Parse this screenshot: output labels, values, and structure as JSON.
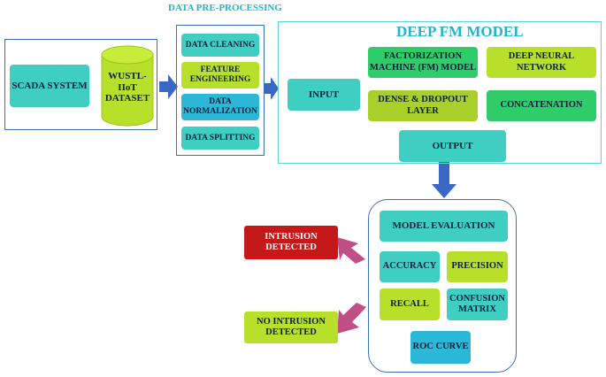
{
  "colors": {
    "teal": "#3fcfc2",
    "lime": "#b8e02a",
    "green": "#2fcc6a",
    "red": "#c51818",
    "blue_arrow": "#3b67c4",
    "pink_arrow": "#c04f85",
    "outline": "#3b6fb8",
    "title_teal": "#1fb7c7"
  },
  "left": {
    "scada": "SCADA SYSTEM",
    "dataset": "WUSTL-IIoT DATASET"
  },
  "preprocessing": {
    "title": "DATA PRE-PROCESSING",
    "steps": [
      "DATA CLEANING",
      "FEATURE ENGINEERING",
      "DATA NORMALIZATION",
      "DATA SPLITTING"
    ]
  },
  "model": {
    "title": "DEEP FM MODEL",
    "input": "INPUT",
    "fm": "FACTORIZATION MACHINE (FM) MODEL",
    "dnn": "DEEP NEURAL NETWORK",
    "dense": "DENSE & DROPOUT LAYER",
    "concat": "CONCATENATION",
    "output": "OUTPUT"
  },
  "evaluation": {
    "title": "MODEL EVALUATION",
    "accuracy": "ACCURACY",
    "precision": "PRECISION",
    "recall": "RECALL",
    "confusion": "CONFUSION MATRIX",
    "roc": "ROC CURVE"
  },
  "results": {
    "intrusion": "INTRUSION DETECTED",
    "no_intrusion": "NO INTRUSION DETECTED"
  }
}
